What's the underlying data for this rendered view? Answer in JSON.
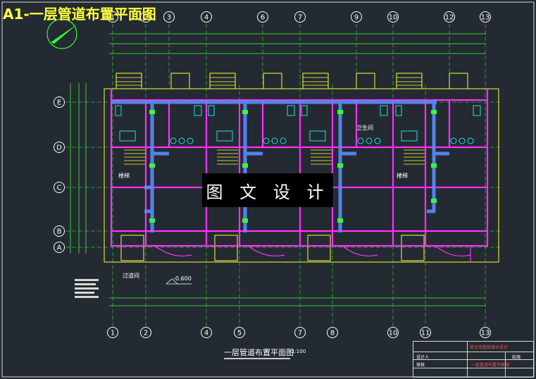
{
  "title": "A1-一层管道布置平面图",
  "watermark": "图 文 设 计",
  "drawing_caption": "一层管道布置平面图",
  "scale": "1:100",
  "elevation": "-0.600",
  "room_labels": {
    "bathroom": "卫生间",
    "stair_1": "楼梯",
    "stair_2": "楼梯",
    "corridor": "过道间"
  },
  "top_axes": [
    "1",
    "2",
    "3",
    "4",
    "6",
    "7",
    "9",
    "10",
    "12",
    "13"
  ],
  "bottom_axes": [
    "1",
    "2",
    "4",
    "5",
    "7",
    "8",
    "10",
    "11",
    "13"
  ],
  "row_axes": [
    "E",
    "D",
    "C",
    "B",
    "A"
  ],
  "title_block": {
    "project": "某住宅楼给排水设计",
    "sheet": "一层管道布置平面图",
    "row1": "设计人",
    "row2": "审核",
    "code": "给施"
  },
  "colors": {
    "background": "#232a31",
    "wall": "#ff30ff",
    "pipe": "#5a8cff",
    "axis": "#ffffff",
    "dimension": "#36ff36",
    "yellow": "#ffff3c",
    "cyan": "#26e0e0"
  }
}
